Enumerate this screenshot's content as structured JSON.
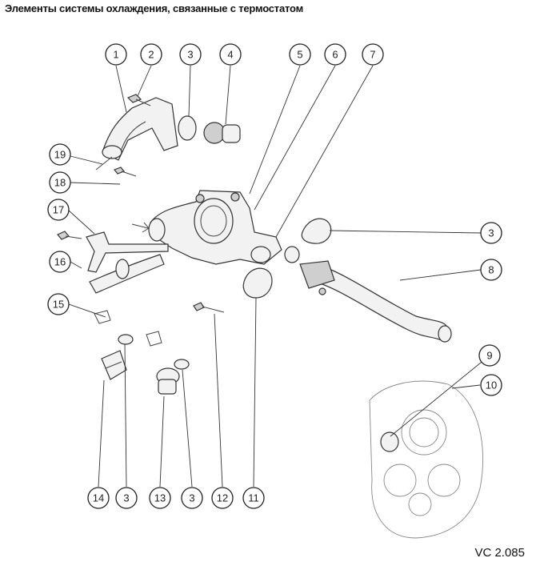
{
  "title": "Элементы системы охлаждения, связанные с термостатом",
  "figure_code": "VC 2.085",
  "callouts": [
    "1",
    "2",
    "3",
    "4",
    "5",
    "6",
    "7",
    "3",
    "8",
    "9",
    "10",
    "19",
    "18",
    "17",
    "16",
    "15",
    "14",
    "3",
    "13",
    "3",
    "12",
    "11"
  ]
}
